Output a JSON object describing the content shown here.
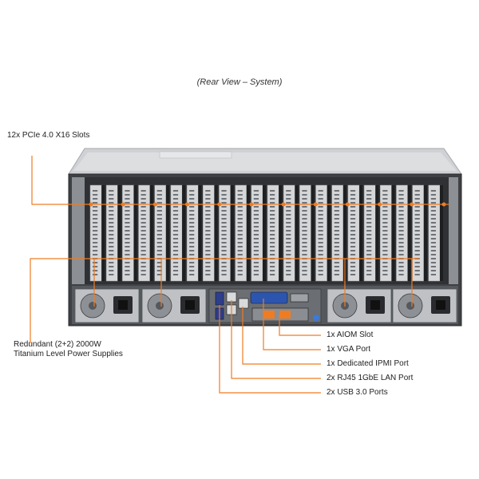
{
  "caption": "(Rear View – System)",
  "callouts": {
    "pcie_slots": "12x PCIe 4.0 X16 Slots",
    "psu_line1": "Redundant (2+2) 2000W",
    "psu_line2": "Titanium Level Power Supplies",
    "aiom": "1x AIOM Slot",
    "vga": "1x VGA Port",
    "ipmi": "1x Dedicated IPMI Port",
    "lan": "2x RJ45 1GbE LAN Port",
    "usb": "2x USB 3.0 Ports"
  },
  "colors": {
    "callout_line": "#f07c22",
    "chassis_top": "#c9cbce",
    "chassis_face": "#4a4c50",
    "slot_bracket": "#d4d6d8",
    "psu_body": "#bfc1c4"
  },
  "counts": {
    "pcie_slot_brackets": 22,
    "power_supplies": 4
  }
}
